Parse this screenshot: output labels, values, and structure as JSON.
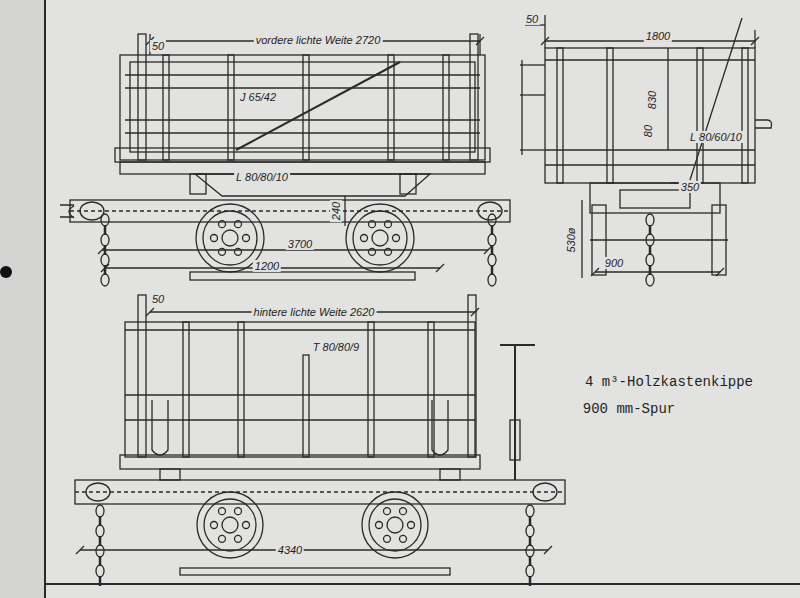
{
  "diagram": {
    "labels": [
      "vordere lichte Weite 2720",
      "50",
      "J 65/42",
      "L 80/80/10",
      "240",
      "3700",
      "1200",
      "50",
      "1800",
      "830",
      "80",
      "L 80/60/10",
      "350",
      "530ø",
      "900",
      "50",
      "hintere lichte Weite 2620",
      "T 80/80/9",
      "4340",
      "4 m³-Holzkastenkippe",
      "900 mm-Spur"
    ]
  }
}
